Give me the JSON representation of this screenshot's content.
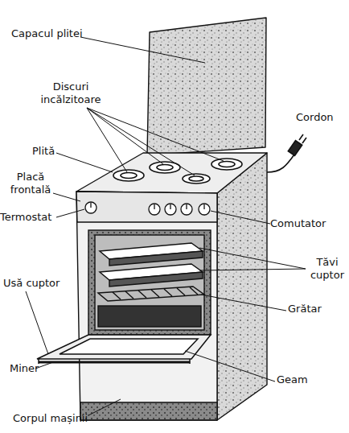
{
  "diagram": {
    "labels": [
      "Capacul plitei",
      "Discuri incălzitoare",
      "Cordon",
      "Plită",
      "Placă frontală",
      "Termostat",
      "Comutator",
      "Tăvi cuptor",
      "Usă cuptor",
      "Grătar",
      "Miner",
      "Geam",
      "Corpul mașinii"
    ]
  }
}
